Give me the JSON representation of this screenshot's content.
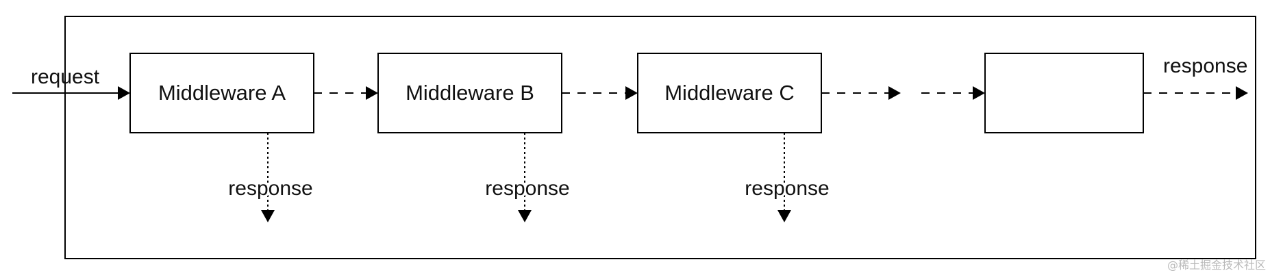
{
  "diagram": {
    "nodes": [
      {
        "id": "a",
        "label": "Middleware A"
      },
      {
        "id": "b",
        "label": "Middleware B"
      },
      {
        "id": "c",
        "label": "Middleware C"
      },
      {
        "id": "d",
        "label": ""
      }
    ],
    "edges": [
      {
        "from": "request",
        "to": "a",
        "style": "solid",
        "label": "request"
      },
      {
        "from": "a",
        "to": "b",
        "style": "dashed"
      },
      {
        "from": "b",
        "to": "c",
        "style": "dashed"
      },
      {
        "from": "c",
        "to": "ellipsis",
        "style": "dashed"
      },
      {
        "from": "ellipsis",
        "to": "d",
        "style": "dashed"
      },
      {
        "from": "d",
        "to": "out",
        "style": "dashed",
        "label": "response"
      },
      {
        "from": "a",
        "to": "down",
        "style": "dotted",
        "label": "response"
      },
      {
        "from": "b",
        "to": "down",
        "style": "dotted",
        "label": "response"
      },
      {
        "from": "c",
        "to": "down",
        "style": "dotted",
        "label": "response"
      }
    ]
  },
  "labels": {
    "request": "request",
    "response_final": "response",
    "response_a": "response",
    "response_b": "response",
    "response_c": "response"
  },
  "watermark": "@稀土掘金技术社区"
}
